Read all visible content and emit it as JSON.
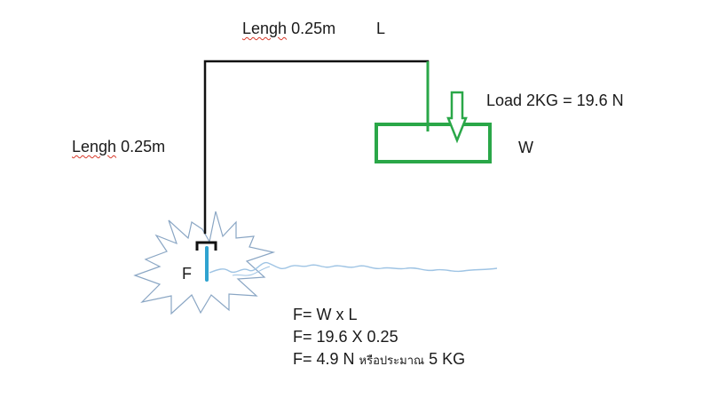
{
  "labels": {
    "top_length_word": "Lengh",
    "top_length_value": "0.25m",
    "top_length_symbol": "L",
    "side_length_word": "Lengh",
    "side_length_value": "0.25m",
    "load": "Load 2KG = 19.6 N",
    "weight_symbol": "W",
    "force_symbol": "F"
  },
  "formula": {
    "line1": "F= W x L",
    "line2": "F= 19.6 X 0.25",
    "line3_main": "F= 4.9 N",
    "line3_thai": "หรือประมาณ",
    "line3_approx": "5 KG"
  },
  "colors": {
    "frame": "#111111",
    "load": "#2aa748",
    "water": "#9fc4e4",
    "splash": "#8aa6c4",
    "pin": "#2fa3d0",
    "text": "#1a1a1a"
  }
}
